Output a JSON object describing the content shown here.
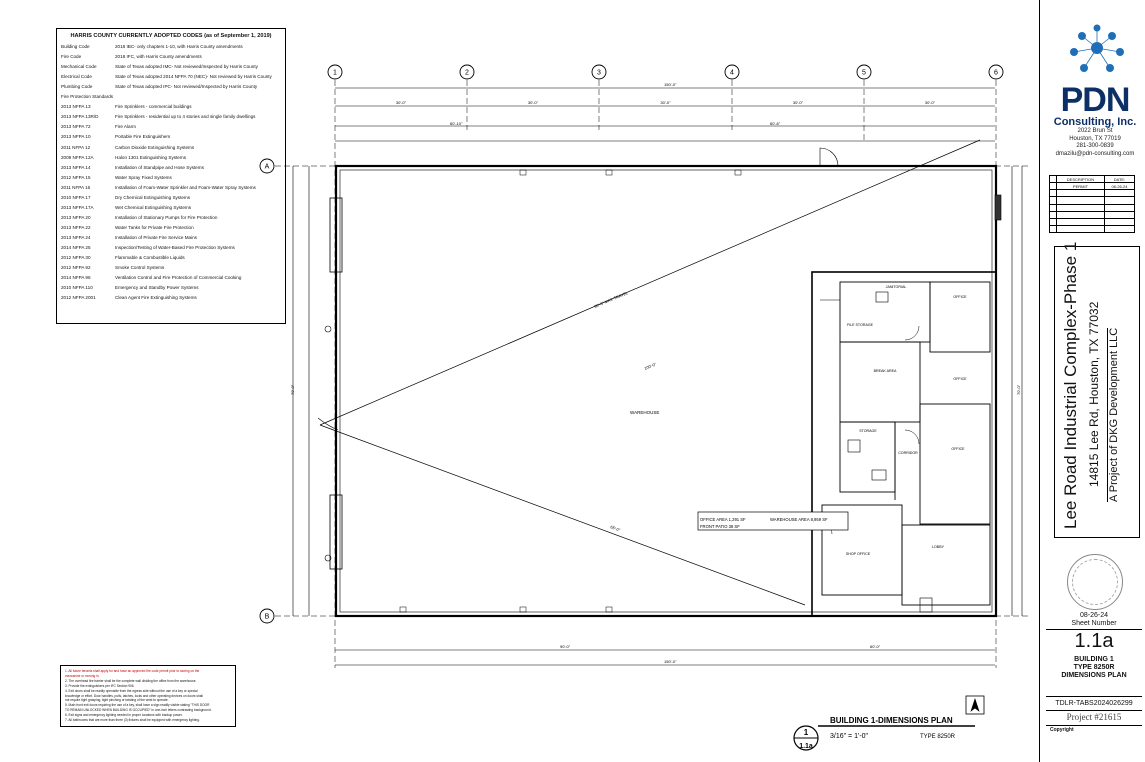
{
  "codes_table": {
    "title": "HARRIS COUNTY CURRENTLY ADOPTED CODES (as of September 1, 2019)",
    "rows": [
      {
        "code": "Building Code",
        "desc": "2018 IBC- only chapters 1-10, with Harris County amendments"
      },
      {
        "code": "Fire Code",
        "desc": "2018 IFC, with Harris County amendments"
      },
      {
        "code": "Mechanical Code",
        "desc": "State of Texas adopted IMC- Not reviewed/Inspected by Harris County"
      },
      {
        "code": "Electrical Code",
        "desc": "State of Texas adopted 2014 NFPA 70 (NEC)- Not reviewed by Harris County"
      },
      {
        "code": "Plumbing Code",
        "desc": "State of Texas adopted IPC- Not reviewed/Inspected by Harris County"
      },
      {
        "code": "Fire Protection Standards",
        "desc": ""
      },
      {
        "code": "2013 NFPA 13",
        "desc": "Fire Sprinklers - commercial buildings"
      },
      {
        "code": "2013 NFPA 13R/D",
        "desc": "Fire Sprinklers - residential up to 4 stories and single family dwellings"
      },
      {
        "code": "2013 NFPA 72",
        "desc": "Fire Alarm"
      },
      {
        "code": "2013 NFPA 10",
        "desc": "Portable Fire Extinguishers"
      },
      {
        "code": "2011 NFPA 12",
        "desc": "Carbon Dioxide Extinguishing Systems"
      },
      {
        "code": "2009 NFPA 12A",
        "desc": "Halon 1301 Extinguishing Systems"
      },
      {
        "code": "2013 NFPA 14",
        "desc": "Installation of Standpipe and Hose Systems"
      },
      {
        "code": "2012 NFPA 15",
        "desc": "Water Spray Fixed Systems"
      },
      {
        "code": "2011 NFPA 16",
        "desc": "Installation of Foam-Water Sprinkler and Foam-Water Spray Systems"
      },
      {
        "code": "2010 NFPA 17",
        "desc": "Dry Chemical Extinguishing Systems"
      },
      {
        "code": "2013 NFPA 17A",
        "desc": "Wet Chemical Extinguishing Systems"
      },
      {
        "code": "2013 NFPA 20",
        "desc": "Installation of Stationary Pumps for Fire Protection"
      },
      {
        "code": "2013 NFPA 22",
        "desc": "Water Tanks for Private Fire Protection"
      },
      {
        "code": "2013 NFPA 24",
        "desc": "Installation of Private Fire Service Mains"
      },
      {
        "code": "2014 NFPA 25",
        "desc": "Inspection/Testing of Water-Based Fire Protection Systems"
      },
      {
        "code": "2012 NFPA 30",
        "desc": "Flammable & Combustible Liquids"
      },
      {
        "code": "2012 NFPA 92",
        "desc": "Smoke Control Systems"
      },
      {
        "code": "2014 NFPA 96",
        "desc": "Ventilation Control and Fire Protection of Commercial Cooking"
      },
      {
        "code": "2010 NFPA 110",
        "desc": "Emergency and Standby Power Systems"
      },
      {
        "code": "2012 NFPA 2001",
        "desc": "Clean Agent Fire Extinguishing Systems"
      }
    ]
  },
  "notes": [
    {
      "text": "1.  All future tenants shall apply for and have an approved fire code permit prior to storing on the",
      "red": true
    },
    {
      "text": "     mezzanine or moving in.",
      "red": true
    },
    {
      "text": "2.  The overhead fire barrier shall be the complete wall dividing the office from the warehouse.",
      "red": false
    },
    {
      "text": "3.  Provide fire extinguishers per IFC Section 906.",
      "red": false
    },
    {
      "text": "4.  Exit doors shall be readily openable from the egress side without the use of a key or special",
      "red": false
    },
    {
      "text": "     knowledge or effort. Door handles, pulls, latches, locks and other operating devices on doors shall",
      "red": false
    },
    {
      "text": "     not require tight grasping, tight pinching or twisting of the wrist to operate.",
      "red": false
    },
    {
      "text": "5.  Main front exit doors requiring the use of a key, shall have a sign readily visible stating \"THIS DOOR",
      "red": false
    },
    {
      "text": "     TO REMAIN UNLOCKED WHEN BUILDING IS OCCUPIED\" in one-inch letters contrasting background.",
      "red": false
    },
    {
      "text": "6.  Exit signs and emergency lighting needed in proper locations with backup power.",
      "red": false
    },
    {
      "text": "7.  All bathrooms that are more than three (3) fixtures shall be equipped with emergency lighting.",
      "red": false
    }
  ],
  "plan": {
    "grid_columns": [
      "1",
      "2",
      "3",
      "4",
      "5",
      "6"
    ],
    "grid_rows": [
      "A",
      "B"
    ],
    "overall_dim_top": "150'-0\"",
    "overall_dim_bottom": "150'-0\"",
    "dims_top_row": [
      "30'-0\"",
      "30'-0\"",
      "30'-0\"",
      "30'-0\"",
      "30'-0\""
    ],
    "dims_second_row": [
      "60'-10\"",
      "60'-6\""
    ],
    "dims_bottom_row": [
      "90'-0\"",
      "60'-0\""
    ],
    "left_dim": "70'-0\"",
    "right_dim": "70'-0\"",
    "warehouse_label": "WAREHOUSE",
    "diag_labels": [
      "80'-0\" MAX TRAVEL",
      "100'-0\"",
      "65'-0\""
    ],
    "area_label_1": "OFFICE AREA 1,291 SF",
    "area_label_2": "WAREHOUSE AREA 8,959 SF",
    "area_label_3": "FRONT PATIO 38 SF",
    "rooms": [
      "FILE STORAGE",
      "BREAK AREA",
      "OFFICE",
      "OFFICE",
      "OFFICE",
      "CORRIDOR",
      "LOBBY",
      "SHOP OFFICE",
      "STORAGE",
      "JANITORIAL"
    ]
  },
  "drawing_title": {
    "number": "1",
    "sheet_ref": "1.1a",
    "title": "BUILDING 1-DIMENSIONS PLAN",
    "scale": "3/16\" = 1'-0\"",
    "type": "TYPE 8250R"
  },
  "title_block": {
    "company_big": "PDN",
    "company_sub": "Consulting, Inc.",
    "address": [
      "2022 Brun St",
      "Houston, TX 77019",
      "281-300-0839",
      "dmazilu@pdn-consulting.com"
    ],
    "rev_header": [
      "DESCRIPTION",
      "DATE:"
    ],
    "rev_first": [
      "PERMIT",
      "08-26-24"
    ],
    "project_title": "Lee Road Industrial Complex-Phase 1",
    "project_address": "14815 Lee Rd, Houston, TX 77032",
    "project_owner": "A Project of DKG Development LLC",
    "date": "08-26-24",
    "sheet_number_label": "Sheet Number",
    "sheet_number": "1.1a",
    "sheet_title": [
      "BUILDING 1",
      "TYPE 8250R",
      "DIMENSIONS PLAN"
    ],
    "tdlr": "TDLR-TABS2024026299",
    "project_no": "Project #21615",
    "copyright": "Copyright",
    "colors": {
      "brand": "#0b2f66",
      "accent": "#1f6fb8"
    }
  }
}
